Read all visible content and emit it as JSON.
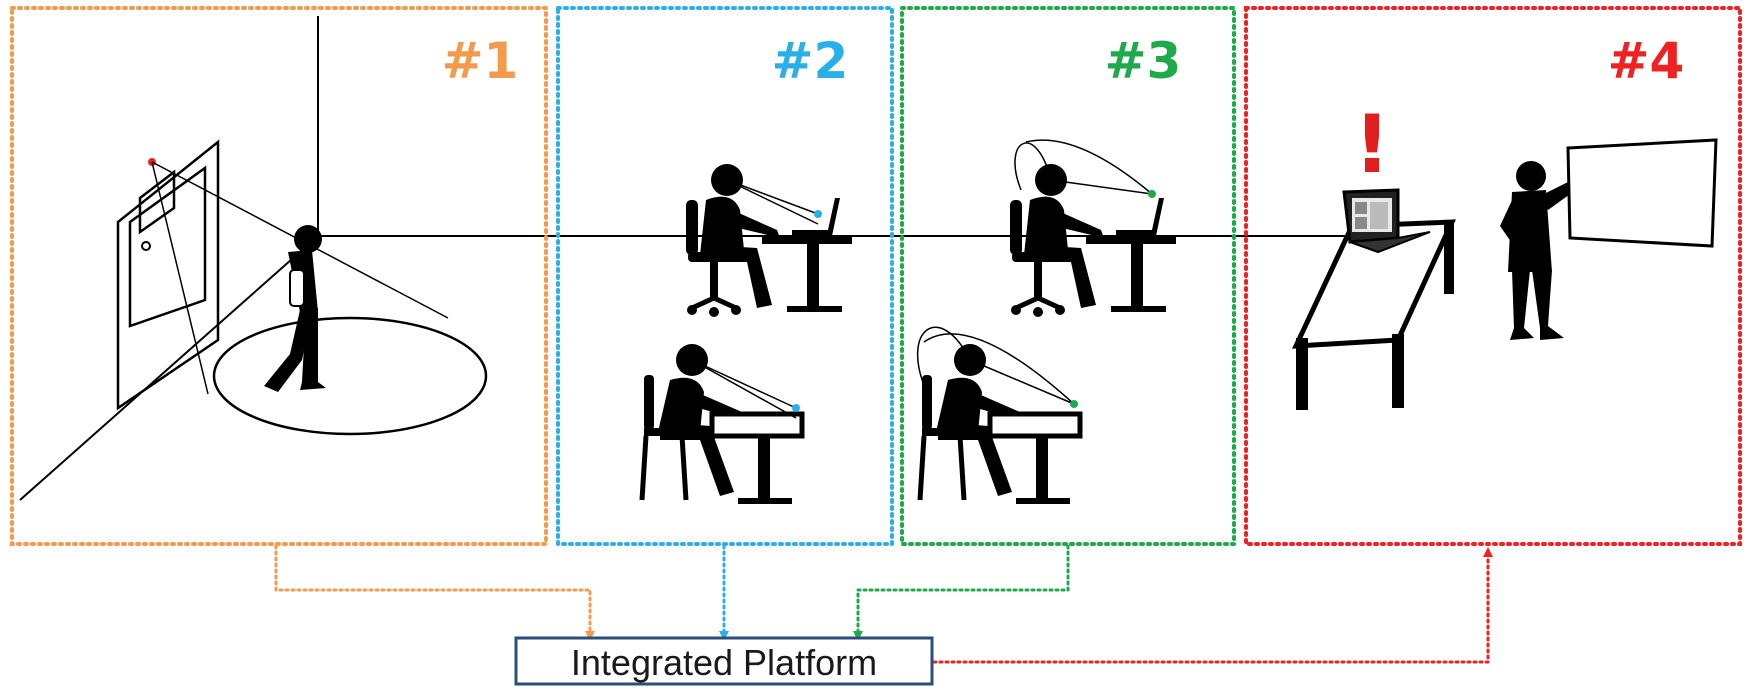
{
  "zones": [
    {
      "id": "1",
      "label": "#1",
      "color": "#f39a4c"
    },
    {
      "id": "2",
      "label": "#2",
      "color": "#2bafe9"
    },
    {
      "id": "3",
      "label": "#3",
      "color": "#1eaa4a"
    },
    {
      "id": "4",
      "label": "#4",
      "color": "#ee2222"
    }
  ],
  "platform": {
    "label": "Integrated Platform",
    "border_color": "#2a4d7a"
  },
  "alert": {
    "symbol": "!",
    "color": "#e02020"
  }
}
